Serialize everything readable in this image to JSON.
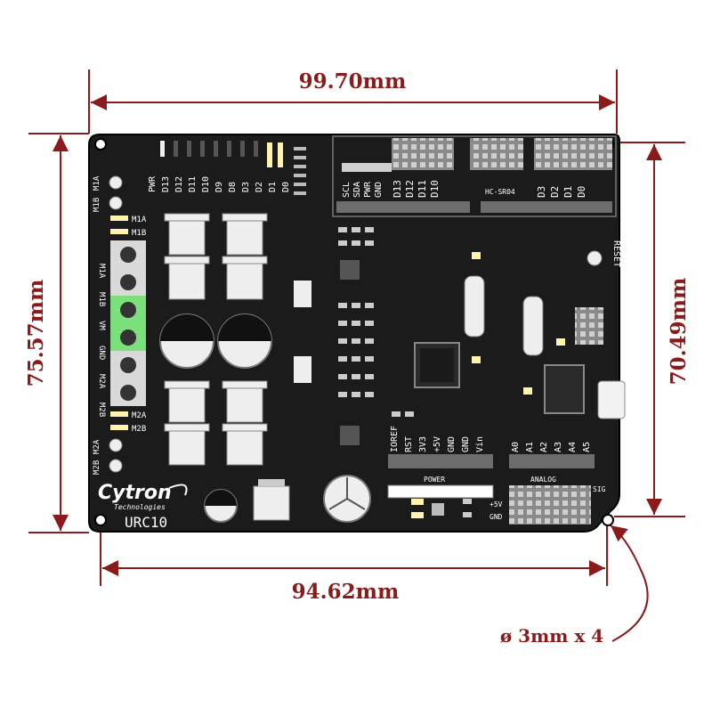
{
  "dimensions": {
    "top_width": "99.70mm",
    "bottom_width": "94.62mm",
    "left_height": "75.57mm",
    "right_height": "70.49mm",
    "hole_note": "ø 3mm x 4"
  },
  "board": {
    "brand": "Cytron",
    "brand_sub": "Technologies",
    "model": "URC10",
    "reset_label": "RESET",
    "power_label": "POWER",
    "analog_label": "ANALOG",
    "sig_label": "SIG",
    "plus5v_label": "+5V",
    "gnd_label": "GND",
    "hcsr04_label": "HC-SR04",
    "i2c_pins": [
      "SCL",
      "SDA",
      "PWR",
      "GND"
    ],
    "top_digital": [
      "PWR",
      "D13",
      "D12",
      "D11",
      "D10",
      "D9",
      "D8",
      "D3",
      "D2",
      "D1",
      "D0"
    ],
    "header_digital_left": [
      "D13",
      "D12",
      "D11",
      "D10"
    ],
    "header_digital_right": [
      "D3",
      "D2",
      "D1",
      "D0"
    ],
    "power_pins": [
      "IOREF",
      "RST",
      "3V3",
      "+5V",
      "GND",
      "GND",
      "Vin"
    ],
    "analog_pins": [
      "A0",
      "A1",
      "A2",
      "A3",
      "A4",
      "A5"
    ],
    "motor_terminals": [
      "M1A",
      "M1B",
      "VM",
      "GND",
      "M2A",
      "M2B"
    ],
    "motor_leds_m1": [
      "M1A",
      "M1B"
    ],
    "motor_leds_m2": [
      "M2A",
      "M2B"
    ],
    "motor_buttons": [
      "M1A",
      "M1B",
      "M2A",
      "M2B"
    ]
  }
}
